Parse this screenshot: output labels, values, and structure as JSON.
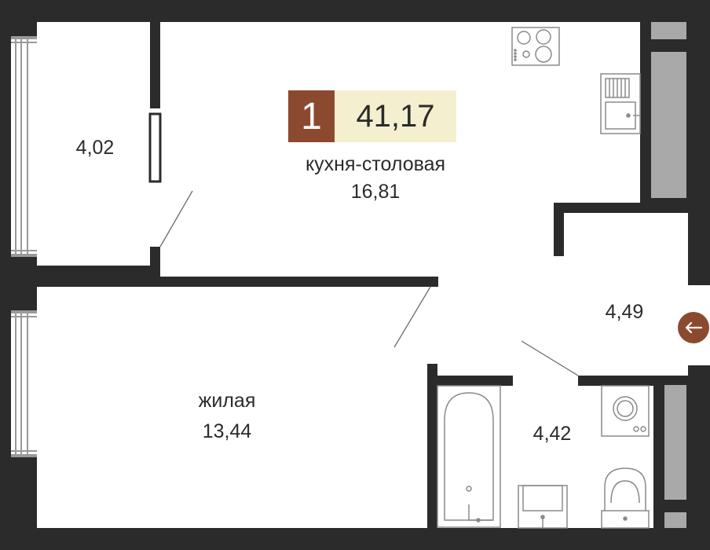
{
  "badge": {
    "rooms": "1",
    "total_area": "41,17"
  },
  "rooms": {
    "balcony": {
      "area": "4,02"
    },
    "kitchen": {
      "name": "кухня-столовая",
      "area": "16,81"
    },
    "living": {
      "name": "жилая",
      "area": "13,44"
    },
    "hall": {
      "area": "4,49"
    },
    "bath": {
      "area": "4,42"
    }
  },
  "icons": {
    "entry": "arrow-left-icon",
    "stove": "stove-icon",
    "sink": "sink-icon",
    "bathtub": "bathtub-icon",
    "washer": "washing-machine-icon",
    "toilet": "toilet-icon"
  },
  "colors": {
    "wall": "#2b2b2b",
    "accent": "#8b4a2f",
    "badge_bg": "#f4efcf",
    "window": "#a9a9a9"
  }
}
